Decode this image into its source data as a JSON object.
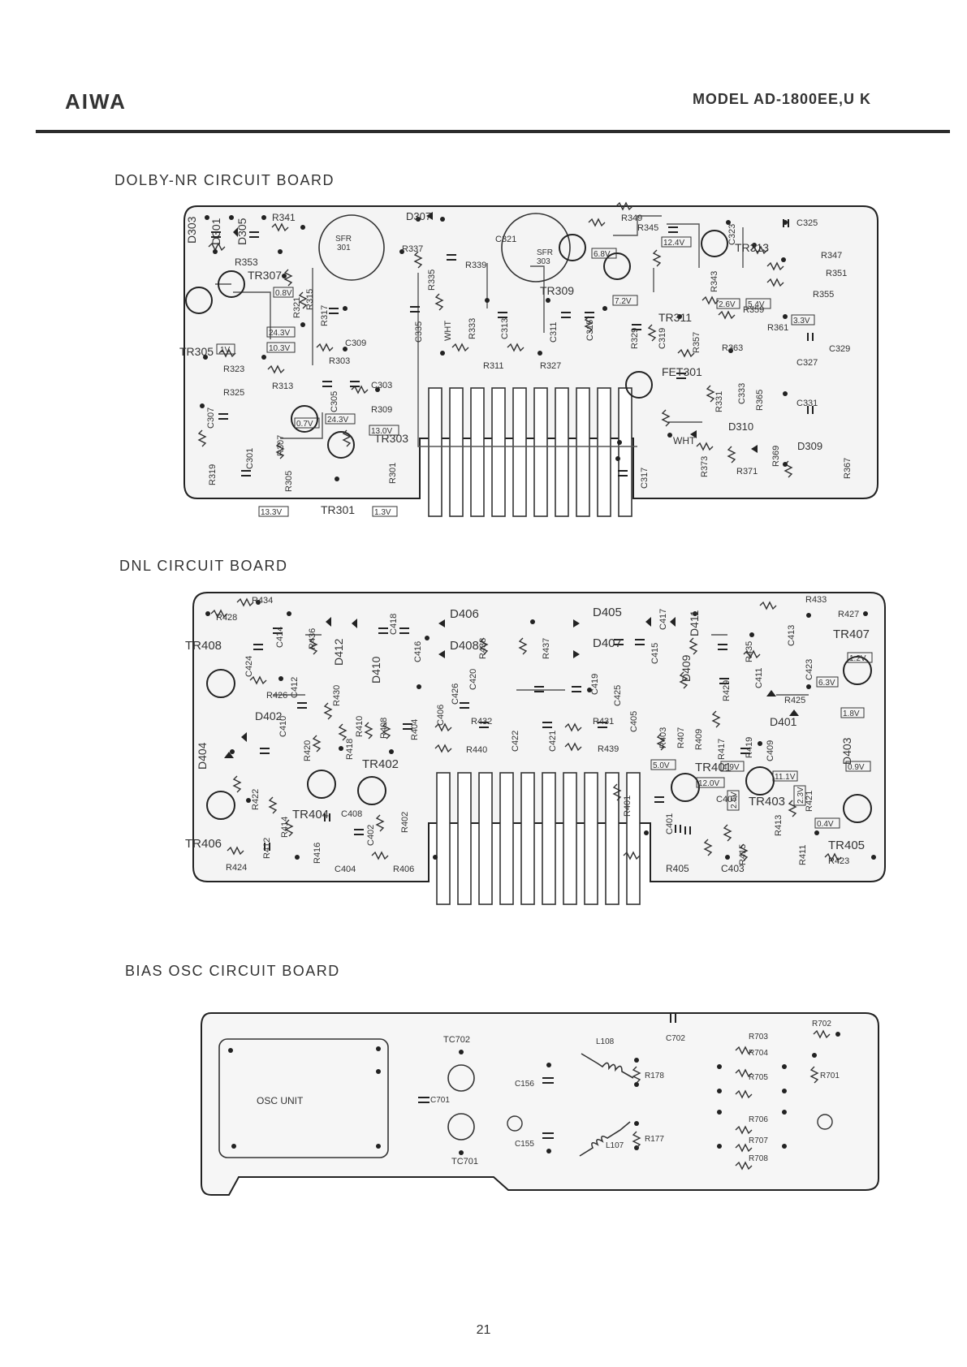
{
  "header": {
    "brand": "AIWA",
    "model": "MODEL AD-1800EE,U K"
  },
  "page_number": "21",
  "boards": [
    {
      "title": "DOLBY-NR CIRCUIT BOARD",
      "labels": {
        "d303": "D303",
        "d301": "D301",
        "d305": "D305",
        "r341": "R341",
        "r353": "R353",
        "sfr301a": "SFR",
        "sfr301b": "301",
        "d307": "D307",
        "r337": "R337",
        "r335": "R335",
        "r339": "R339",
        "c321": "C321",
        "sfr303a": "SFR",
        "sfr303b": "303",
        "r349": "R349",
        "r345": "R345",
        "c323": "C323",
        "c325": "C325",
        "tr307": "TR307",
        "tr305": "TR305",
        "r321": "R321",
        "r315": "R315",
        "r317": "R317",
        "r323": "R323",
        "c309": "C309",
        "r303": "R303",
        "r325": "R325",
        "r313": "R313",
        "c305": "C305",
        "c303": "C303",
        "r309": "R309",
        "c307": "C307",
        "r307": "R307",
        "c301": "C301",
        "r319": "R319",
        "r305": "R305",
        "tr303": "TR303",
        "tr301": "TR301",
        "r301": "R301",
        "c335": "C335",
        "wht1": "WHT",
        "r333": "R333",
        "c313": "C313",
        "c311": "C311",
        "c315": "C315",
        "r311": "R311",
        "r327": "R327",
        "tr309": "TR309",
        "r329": "R329",
        "c319": "C319",
        "tr311": "TR311",
        "r357": "R357",
        "r343": "R343",
        "tr313": "TR313",
        "r347": "R347",
        "r351": "R351",
        "r355": "R355",
        "r359": "R359",
        "r361": "R361",
        "c329": "C329",
        "r363": "R363",
        "c327": "C327",
        "fet301": "FET301",
        "c333": "C333",
        "r331": "R331",
        "r365": "R365",
        "c331": "C331",
        "wht2": "WHT",
        "d310": "D310",
        "r373": "R373",
        "r369": "R369",
        "r371": "R371",
        "d309": "D309",
        "r367": "R367",
        "c317": "C317"
      },
      "voltages": {
        "v0_8": "0.8V",
        "v24_3a": "24.3V",
        "v10_3": "10.3V",
        "v1": "1V",
        "v0_7": "0.7V",
        "v24_3b": "24.3V",
        "v13_0": "13.0V",
        "v13_3": "13.3V",
        "v1_3": "1.3V",
        "v6_8": "6.8V",
        "v7_2": "7.2V",
        "v12_4": "12.4V",
        "v2_6": "2.6V",
        "v5_4": "5.4V",
        "v3_3": "3.3V"
      }
    },
    {
      "title": "DNL CIRCUIT BOARD",
      "labels": {
        "r434": "R434",
        "r428": "R428",
        "tr408": "TR408",
        "c424": "C424",
        "c414": "C414",
        "r436": "R436",
        "d412": "D412",
        "d410": "D410",
        "c418": "C418",
        "c416": "C416",
        "d406": "D406",
        "d408": "D408",
        "r438": "R438",
        "r437": "R437",
        "d405": "D405",
        "d407": "D407",
        "c415": "C415",
        "c417": "C417",
        "d411": "D411",
        "d409": "D409",
        "r435": "R435",
        "c413": "C413",
        "r433": "R433",
        "r427": "R427",
        "tr407": "TR407",
        "c423": "C423",
        "r426": "R426",
        "c412": "C412",
        "r430": "R430",
        "d402": "D402",
        "c410": "C410",
        "r420": "R420",
        "r418": "R418",
        "r410": "R410",
        "r408": "R408",
        "r404": "R404",
        "c406": "C406",
        "c426": "C426",
        "c420": "C420",
        "r432": "R432",
        "c422": "C422",
        "r440": "R440",
        "c421": "C421",
        "r431": "R431",
        "c405": "C405",
        "r439": "R439",
        "r403": "R403",
        "c419": "C419",
        "c425": "C425",
        "r429": "R429",
        "c411": "C411",
        "r425": "R425",
        "d404": "D404",
        "r422": "R422",
        "tr404": "TR404",
        "tr402": "TR402",
        "c408": "C408",
        "c402": "C402",
        "r402": "R402",
        "tr406": "TR406",
        "r414": "R414",
        "r412": "R412",
        "r416": "R416",
        "c404": "C404",
        "r406": "R406",
        "r424": "R424",
        "r407": "R407",
        "r409": "R409",
        "r417": "R417",
        "r419": "R419",
        "c409": "C409",
        "d401": "D401",
        "d403": "D403",
        "tr401": "TR401",
        "tr403": "TR403",
        "r401": "R401",
        "c401": "C401",
        "c407": "C407",
        "r413": "R413",
        "r421": "R421",
        "r411": "R411",
        "r415": "R415",
        "r405": "R405",
        "c403": "C403",
        "tr405": "TR405",
        "r423": "R423"
      },
      "voltages": {
        "v1_2": "1.2V",
        "v6_3": "6.3V",
        "v1_8": "1.8V",
        "v5_0": "5.0V",
        "v4_9": "4.9V",
        "v12_0": "12.0V",
        "v2_5": "2.5V",
        "v11_1": "11.1V",
        "v2_3": "2.3V",
        "v0_9": "0.9V",
        "v0_4": "0.4V"
      }
    },
    {
      "title": "BIAS OSC CIRCUIT BOARD",
      "labels": {
        "osc_unit": "OSC UNIT",
        "tc702": "TC702",
        "tc701": "TC701",
        "c701": "C701",
        "c156": "C156",
        "c155": "C155",
        "l108": "L108",
        "l107": "L107",
        "r178": "R178",
        "r177": "R177",
        "c702": "C702",
        "r702": "R702",
        "r703": "R703",
        "r704": "R704",
        "r705": "R705",
        "r701": "R701",
        "r706": "R706",
        "r707": "R707",
        "r708": "R708"
      }
    }
  ]
}
